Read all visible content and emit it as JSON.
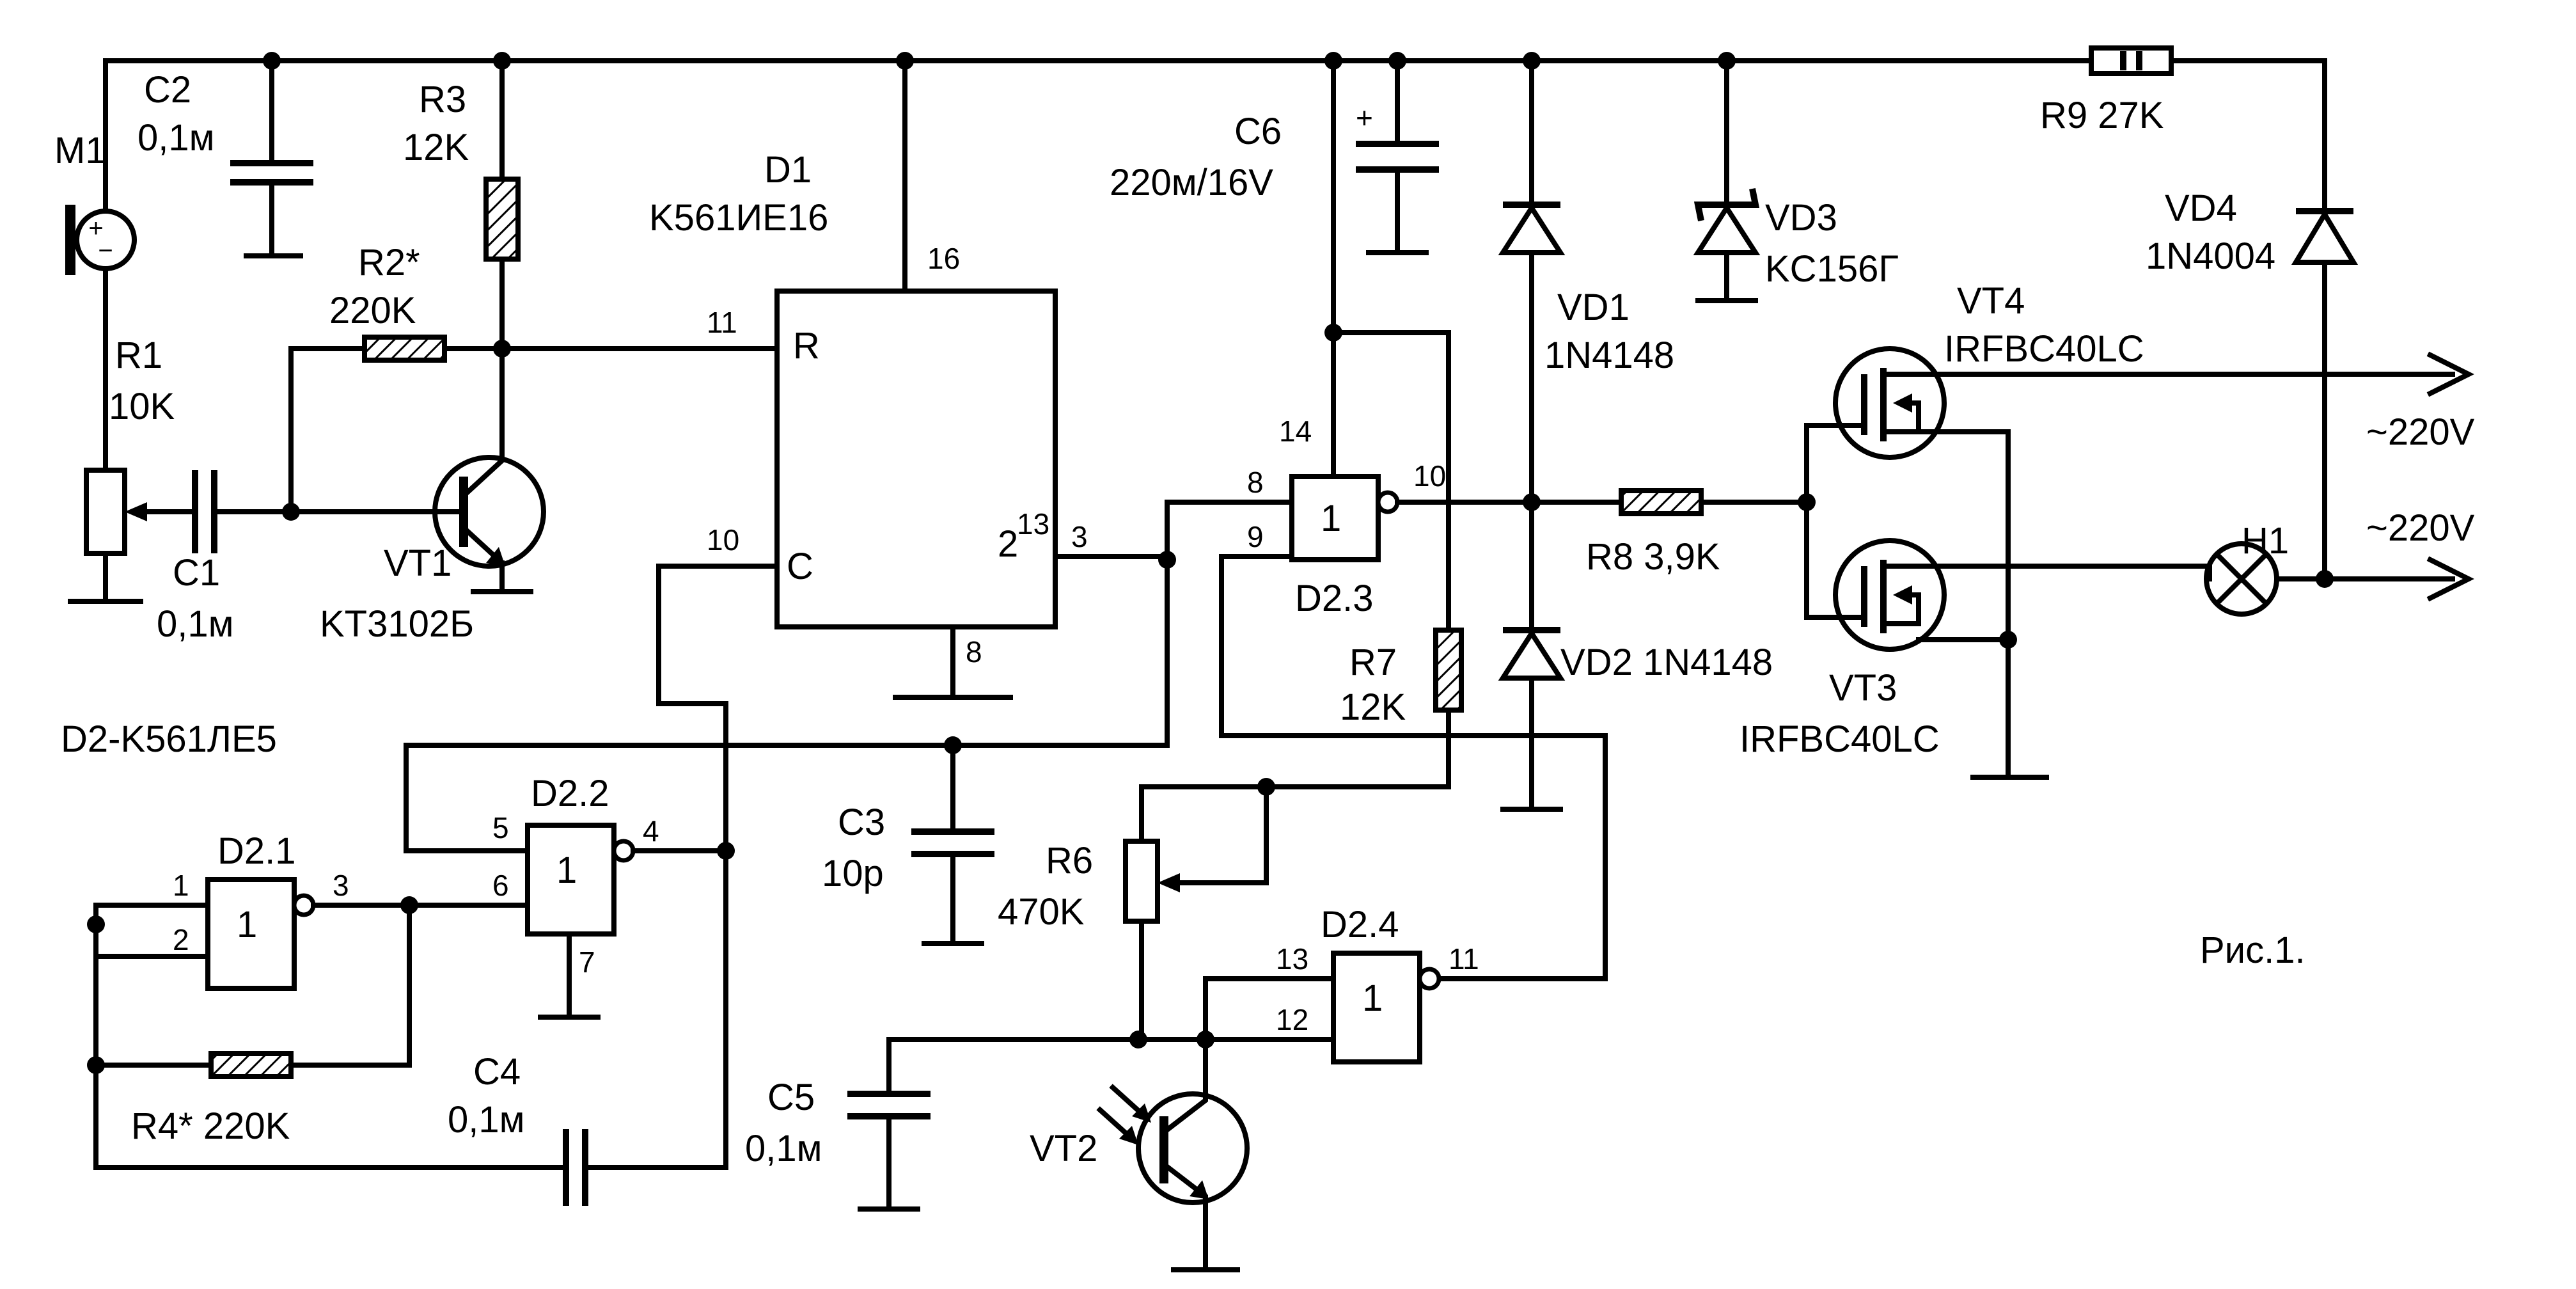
{
  "diagram": {
    "caption": "Рис.1.",
    "d2_note": "D2-K561ЛЕ5",
    "components": {
      "M1": {
        "ref": "M1"
      },
      "C1": {
        "ref": "C1",
        "value": "0,1м"
      },
      "C2": {
        "ref": "C2",
        "value": "0,1м"
      },
      "C3": {
        "ref": "C3",
        "value": "10р"
      },
      "C4": {
        "ref": "C4",
        "value": "0,1м"
      },
      "C5": {
        "ref": "C5",
        "value": "0,1м"
      },
      "C6": {
        "ref": "C6",
        "value": "220м/16V"
      },
      "R1": {
        "ref": "R1",
        "value": "10K"
      },
      "R2": {
        "ref": "R2*",
        "value": "220K"
      },
      "R3": {
        "ref": "R3",
        "value": "12K"
      },
      "R4": {
        "label": "R4* 220K"
      },
      "R6": {
        "ref": "R6",
        "value": "470K"
      },
      "R7": {
        "ref": "R7",
        "value": "12K"
      },
      "R8": {
        "label": "R8 3,9K"
      },
      "R9": {
        "label": "R9 27K"
      },
      "VT1": {
        "ref": "VT1",
        "value": "KT3102Б"
      },
      "VT2": {
        "ref": "VT2"
      },
      "VT3": {
        "ref": "VT3",
        "value": "IRFBC40LC"
      },
      "VT4": {
        "ref": "VT4",
        "value": "IRFBC40LC"
      },
      "VD1": {
        "ref": "VD1",
        "value": "1N4148"
      },
      "VD2": {
        "label": "VD2 1N4148"
      },
      "VD3": {
        "ref": "VD3",
        "value": "KC156Г"
      },
      "VD4": {
        "ref": "VD4",
        "value": "1N4004"
      },
      "H1": {
        "ref": "H1"
      },
      "D1": {
        "ref": "D1",
        "value": "K561ИЕ16",
        "pin_R": "R",
        "pin_C": "C",
        "out_base": "2",
        "out_exp": "13"
      },
      "D2_1": {
        "ref": "D2.1",
        "symbol": "1"
      },
      "D2_2": {
        "ref": "D2.2",
        "symbol": "1"
      },
      "D2_3": {
        "ref": "D2.3",
        "symbol": "1"
      },
      "D2_4": {
        "ref": "D2.4",
        "symbol": "1"
      }
    },
    "pins": {
      "d1_16": "16",
      "d1_11": "11",
      "d1_10": "10",
      "d1_3": "3",
      "d1_8": "8",
      "d21_1": "1",
      "d21_2": "2",
      "d21_3": "3",
      "d22_5": "5",
      "d22_6": "6",
      "d22_4": "4",
      "d22_7": "7",
      "d23_8": "8",
      "d23_9": "9",
      "d23_14": "14",
      "d23_10": "10",
      "d24_13": "13",
      "d24_12": "12",
      "d24_11": "11"
    },
    "mains": {
      "top": "~220V",
      "bottom": "~220V"
    }
  }
}
